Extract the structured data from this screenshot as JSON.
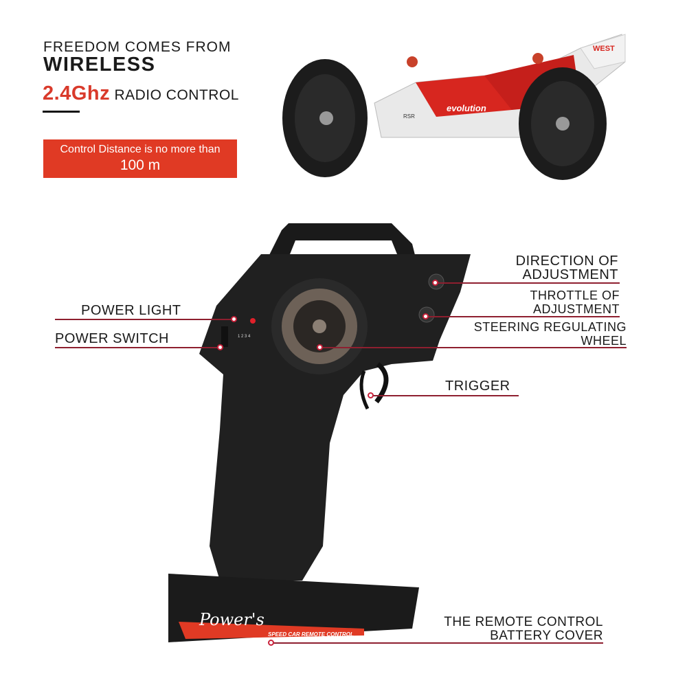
{
  "header": {
    "line1": "FREEDOM COMES FROM",
    "line2": "WIRELESS",
    "freq": "2.4Ghz",
    "freq_suffix": "RADIO CONTROL"
  },
  "distance_box": {
    "text": "Control Distance is no more than",
    "value": "100 m"
  },
  "car": {
    "wing_brand": "WEST",
    "model": "evolution",
    "tag": "RSR"
  },
  "controller": {
    "brand": "Power's",
    "subtitle": "SPEED CAR REMOTE CONTROL",
    "channels": "1 2 3 4"
  },
  "callouts": {
    "direction": [
      "DIRECTION OF",
      "ADJUSTMENT"
    ],
    "throttle": [
      "THROTTLE OF",
      "ADJUSTMENT"
    ],
    "steering": [
      "STEERING REGULATING",
      "WHEEL"
    ],
    "trigger": "TRIGGER",
    "power_light": "POWER LIGHT",
    "power_switch": "POWER SWITCH",
    "battery": [
      "THE REMOTE CONTROL",
      "BATTERY COVER"
    ]
  },
  "colors": {
    "accent": "#e03a24",
    "leader": "#8e1f2f"
  }
}
